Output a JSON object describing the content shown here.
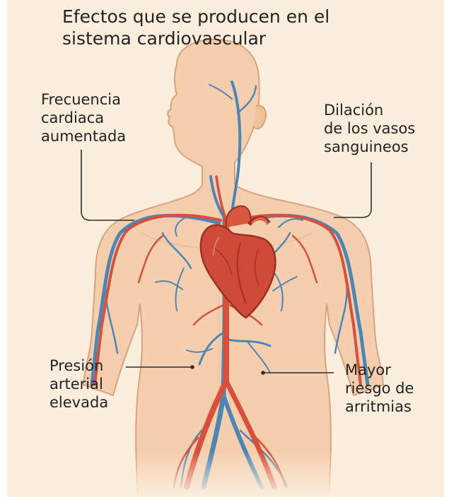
{
  "title": {
    "line1": "Efectos que se producen en el",
    "line2": "sistema cardiovascular"
  },
  "labels": {
    "heart_rate": [
      "Frecuencia",
      "cardiaca",
      "aumentada"
    ],
    "vessel_dilation": [
      "Dilación",
      "de los vasos",
      "sanguineos"
    ],
    "blood_pressure": [
      "Presión",
      "arterial",
      "elevada"
    ],
    "arrhythmia": [
      "Mayor",
      "riesgo de",
      "arritmias"
    ]
  },
  "colors": {
    "background": "#fbeedd",
    "skin": "#f5cfad",
    "skin_outline": "#d9a27f",
    "artery": "#d8503c",
    "vein": "#4d86b5",
    "heart": "#cf4a38",
    "text": "#232323",
    "leader_line": "#2b2b2b"
  },
  "icons": [
    "human-torso-figure",
    "heart-icon"
  ]
}
